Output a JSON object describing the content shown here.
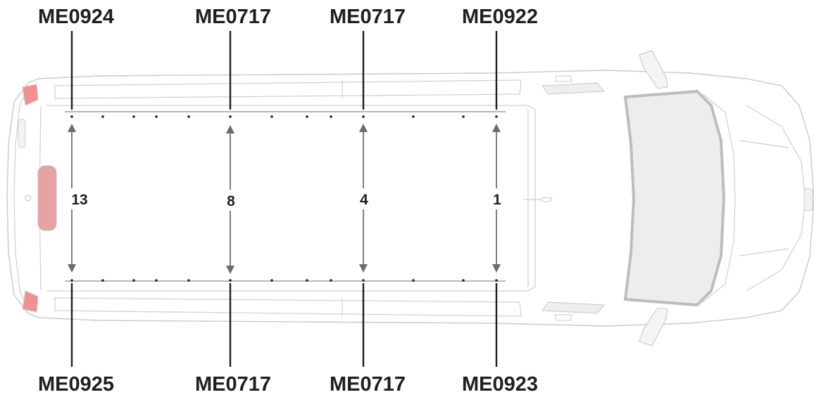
{
  "diagram": {
    "top_labels": [
      "ME0924",
      "ME0717",
      "ME0717",
      "ME0922"
    ],
    "bottom_labels": [
      "ME0925",
      "ME0717",
      "ME0717",
      "ME0923"
    ],
    "positions": [
      "13",
      "8",
      "4",
      "1"
    ]
  }
}
